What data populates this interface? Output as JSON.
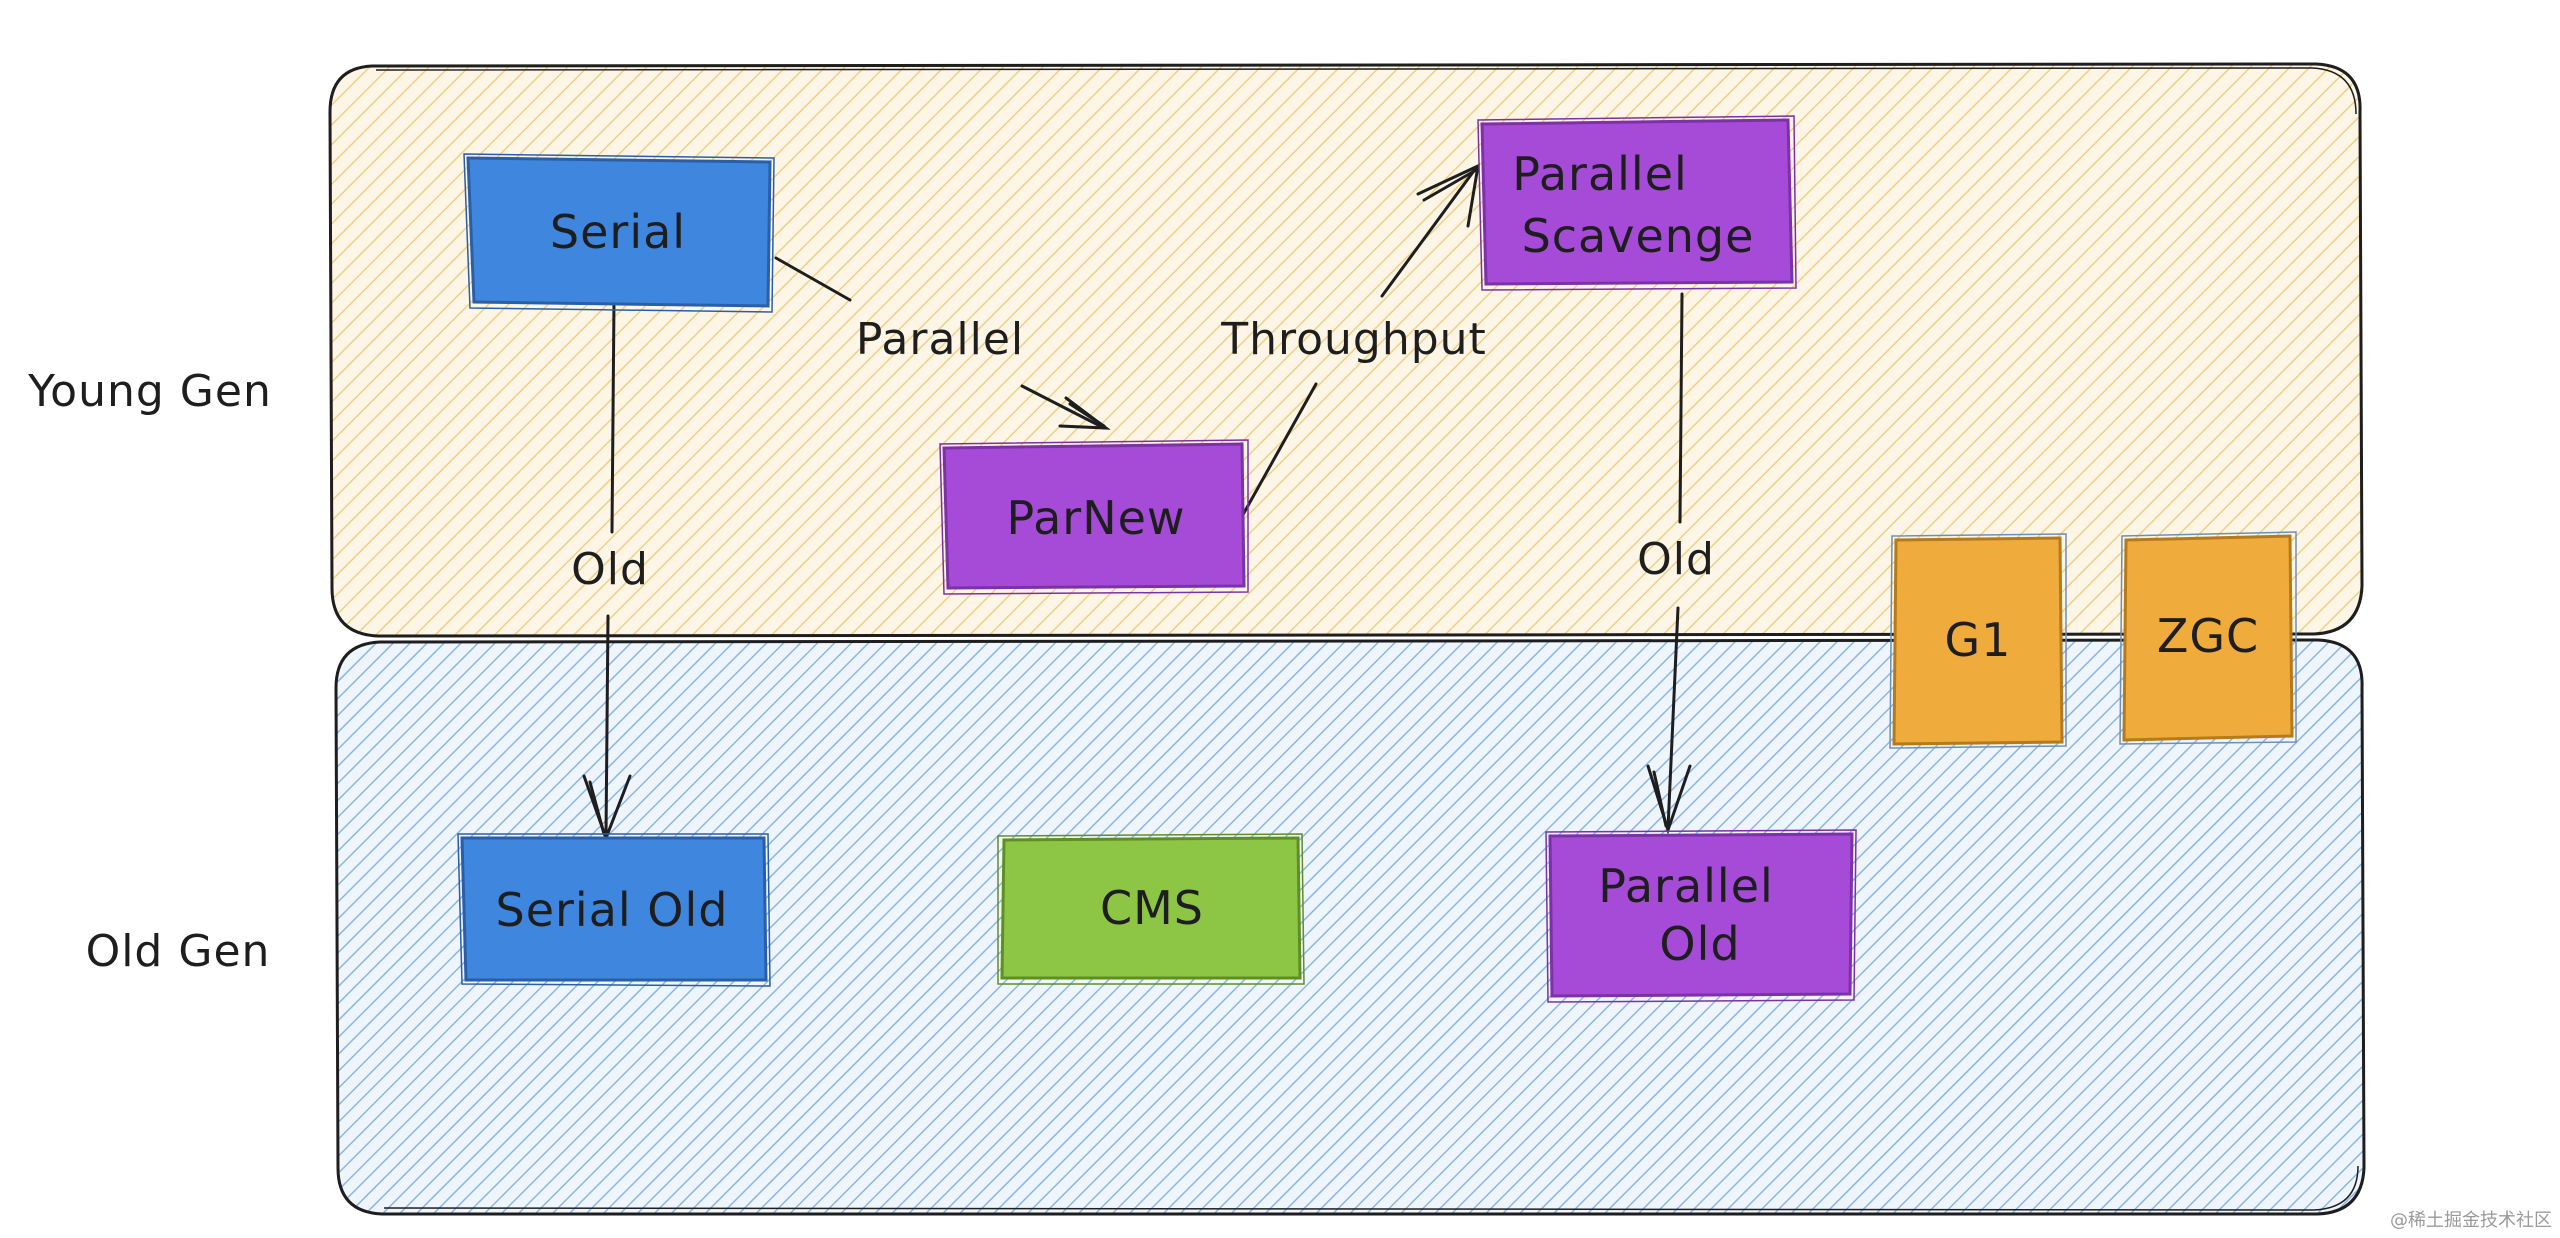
{
  "regions": {
    "young_gen": {
      "label": "Young Gen",
      "color": "#f5d68a"
    },
    "old_gen": {
      "label": "Old Gen",
      "color": "#8fb8e8"
    }
  },
  "collectors": {
    "serial": {
      "label": "Serial",
      "color": "#3f86de"
    },
    "parnew": {
      "label": "ParNew",
      "color": "#a64ad8"
    },
    "parallel_scavenge": {
      "label_line1": "Parallel",
      "label_line2": "Scavenge",
      "color": "#a64ad8"
    },
    "serial_old": {
      "label": "Serial Old",
      "color": "#3f86de"
    },
    "cms": {
      "label": "CMS",
      "color": "#8dc645"
    },
    "parallel_old": {
      "label_line1": "Parallel",
      "label_line2": "Old",
      "color": "#a64ad8"
    },
    "g1": {
      "label": "G1",
      "color": "#efab3c"
    },
    "zgc": {
      "label": "ZGC",
      "color": "#efab3c"
    }
  },
  "edges": {
    "serial_to_parnew": "Parallel",
    "parnew_to_parallel_scavenge": "Throughput",
    "serial_to_serial_old": "Old",
    "parallel_scavenge_to_parallel_old": "Old"
  },
  "watermark": "@稀土掘金技术社区"
}
